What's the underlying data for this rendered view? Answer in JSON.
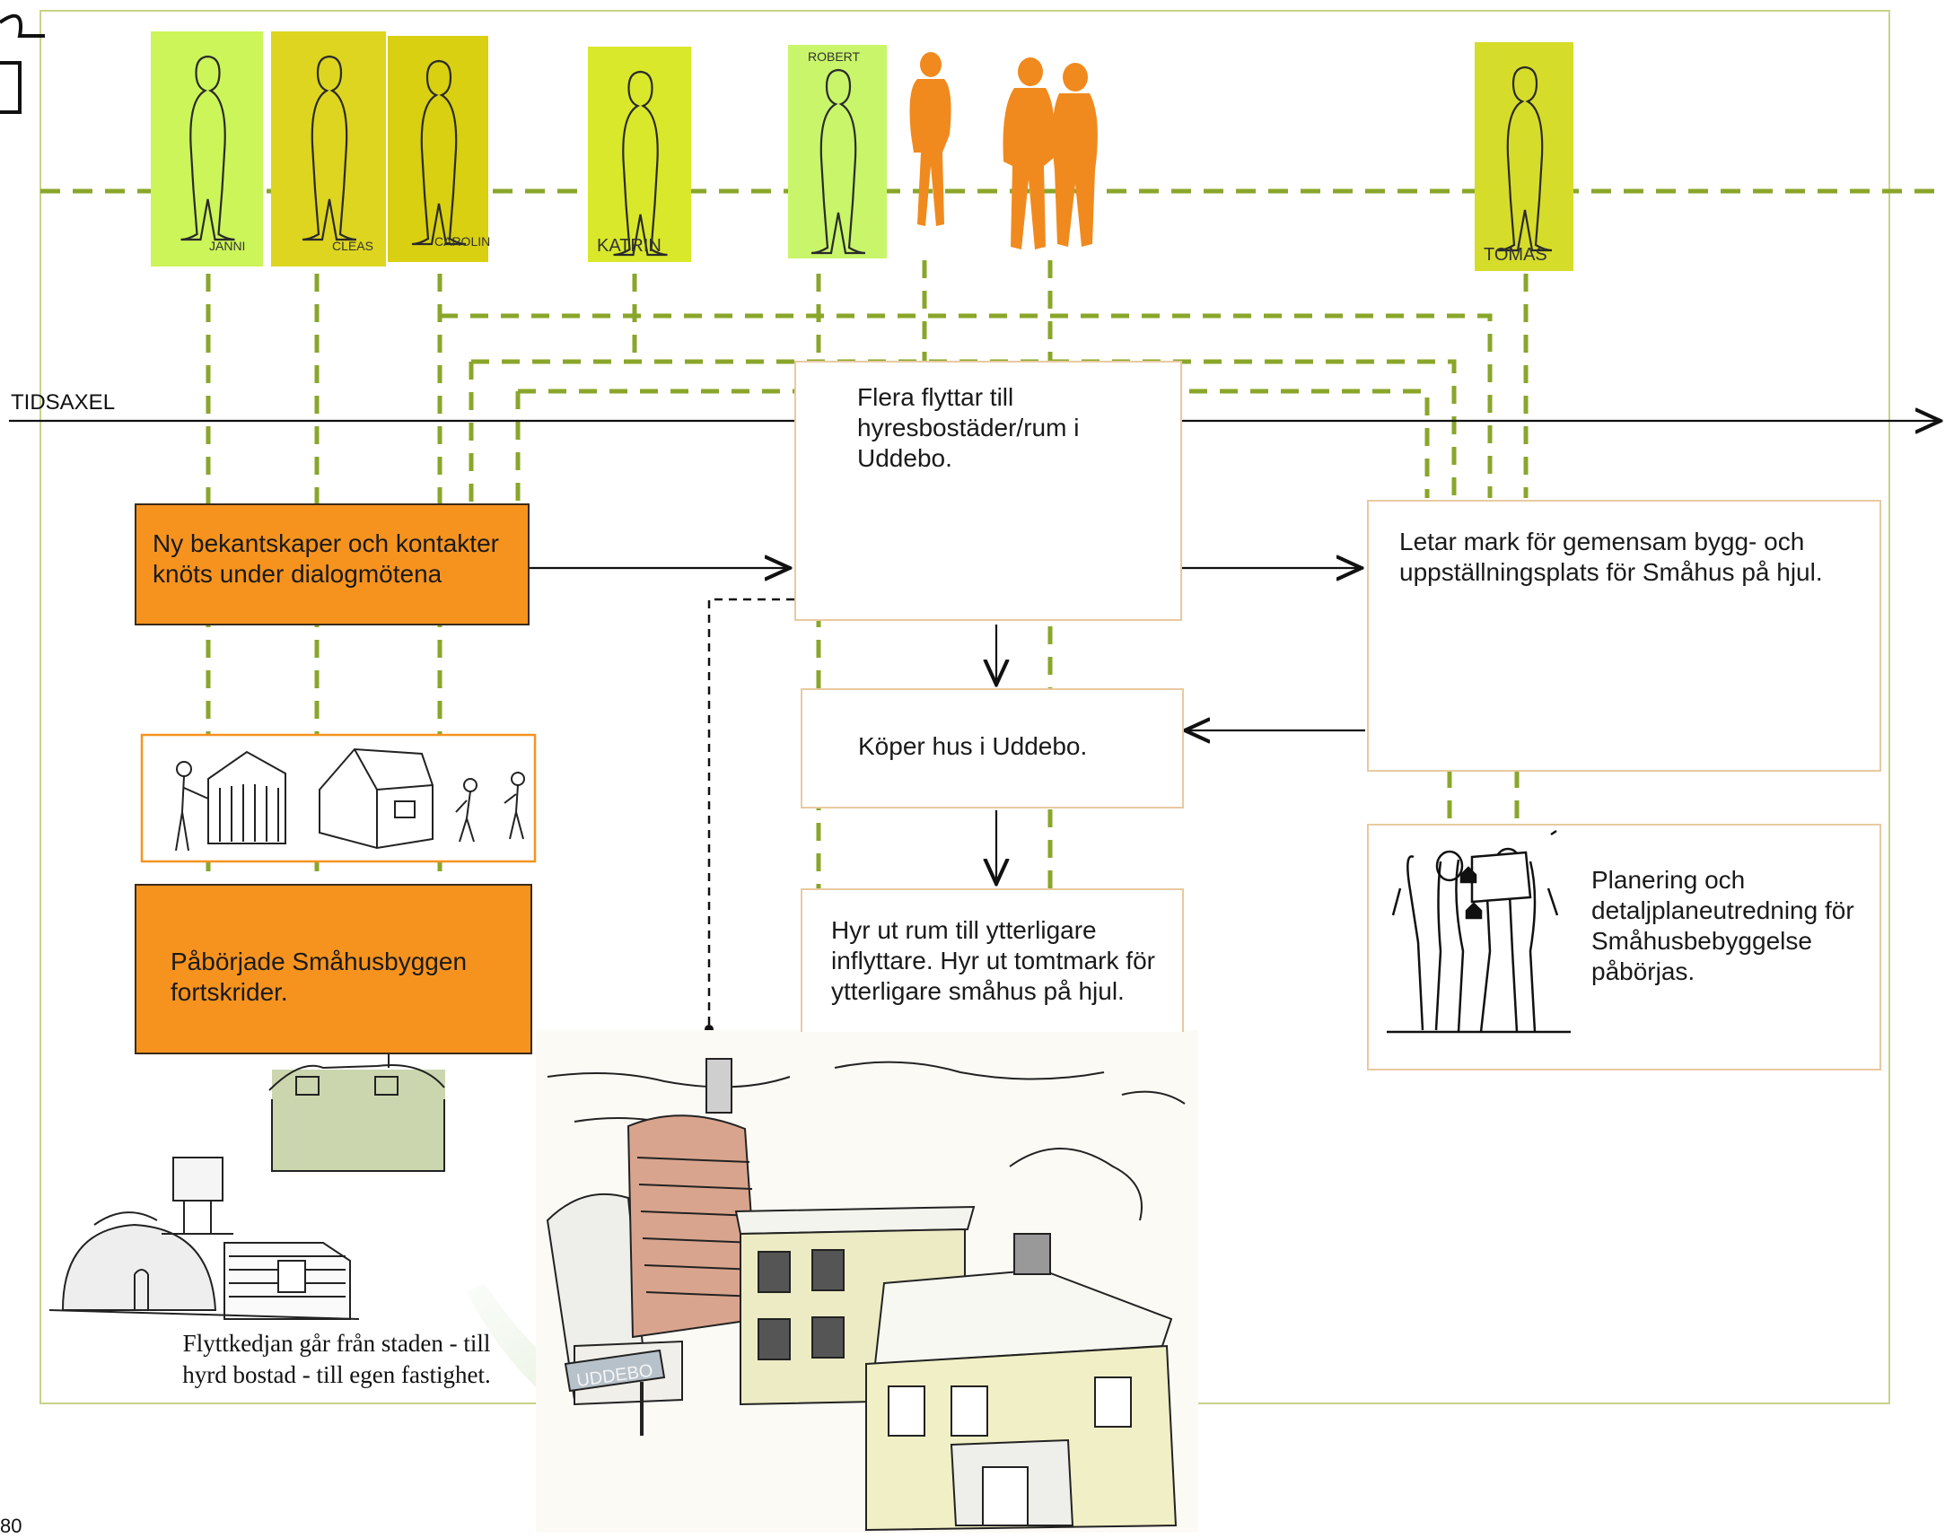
{
  "timeline": {
    "axis_label": "TIDSAXEL"
  },
  "people": [
    {
      "name": "JANNI",
      "color": "#ccf55a"
    },
    {
      "name": "CLEAS",
      "color": "#ddd520"
    },
    {
      "name": "CAROLIN",
      "color": "#d8d010"
    },
    {
      "name": "KATRIN",
      "color": "#d9e82a"
    },
    {
      "name": "ROBERT",
      "color": "#c8f56a"
    },
    {
      "name": "TOMAS",
      "color": "#d6dc2a"
    }
  ],
  "boxes": {
    "contacts": "Ny bekantskaper och kontakter knöts under dialogmötena",
    "building": "Påbörjade Småhusbyggen fortskrider.",
    "move_rent": "Flera flyttar till hyresbostäder/rum i Uddebo.",
    "buy_house": "Köper hus i Uddebo.",
    "rent_out": "Hyr ut rum till ytterligare inflyttare. Hyr ut tomtmark för ytterligare småhus på hjul.",
    "search_land": "Letar mark för gemensam bygg- och uppställningsplats för Småhus på hjul.",
    "planning": "Planering och detaljplaneutredning för Småhusbebyggelse påbörjas."
  },
  "illustrations": {
    "sign_text": "UDDEBO"
  },
  "caption": {
    "line1": "Flyttkedjan går från staden - till",
    "line2": "hyrd bostad - till egen fastighet."
  },
  "page_number": "80",
  "colors": {
    "dash_green": "#8aa62a",
    "orange_box": "#f6931f",
    "silhouette_orange": "#f08a1e",
    "frame": "#c9d28a"
  }
}
